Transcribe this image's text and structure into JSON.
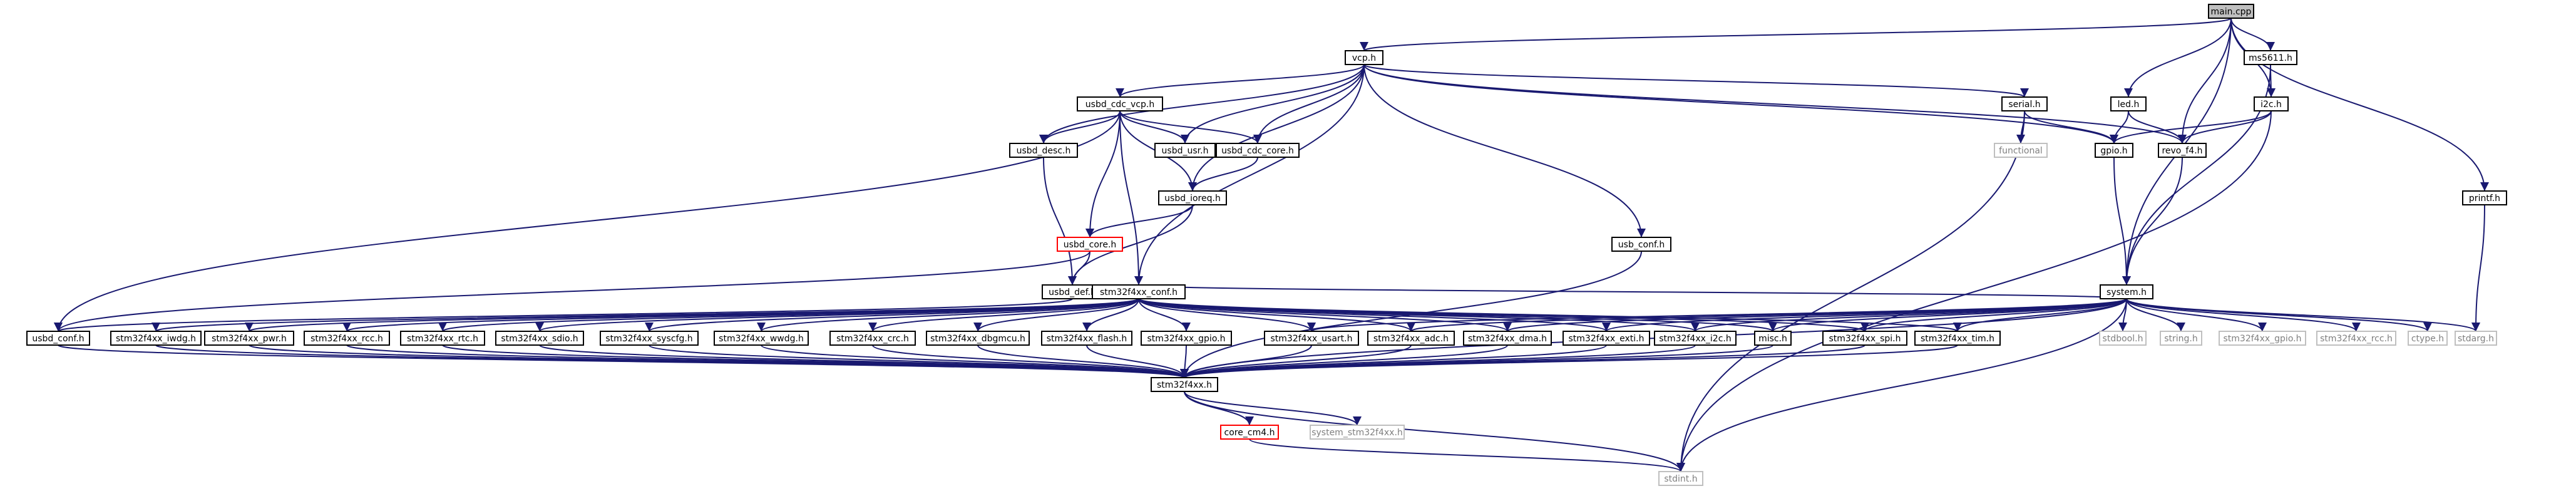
{
  "title": "",
  "colors": {
    "edge": "#191970",
    "node_border": "#000000",
    "node_fill": "#ffffff",
    "root_fill": "#bfbfbf",
    "missing_border": "#bfbfbf",
    "missing_text": "#808080",
    "error_border": "#ff0000"
  },
  "nodes": [
    {
      "id": "main_cpp",
      "label": "main.cpp",
      "style": "root"
    },
    {
      "id": "vcp_h",
      "label": "vcp.h",
      "style": "normal"
    },
    {
      "id": "ms5611_h",
      "label": "ms5611.h",
      "style": "normal"
    },
    {
      "id": "usbd_cdc_vcp_h",
      "label": "usbd_cdc_vcp.h",
      "style": "normal"
    },
    {
      "id": "serial_h",
      "label": "serial.h",
      "style": "normal"
    },
    {
      "id": "led_h",
      "label": "led.h",
      "style": "normal"
    },
    {
      "id": "i2c_h",
      "label": "i2c.h",
      "style": "normal"
    },
    {
      "id": "usbd_desc_h",
      "label": "usbd_desc.h",
      "style": "normal"
    },
    {
      "id": "usbd_usr_h",
      "label": "usbd_usr.h",
      "style": "normal"
    },
    {
      "id": "usbd_cdc_core_h",
      "label": "usbd_cdc_core.h",
      "style": "normal"
    },
    {
      "id": "functional",
      "label": "functional",
      "style": "missing"
    },
    {
      "id": "gpio_h",
      "label": "gpio.h",
      "style": "normal"
    },
    {
      "id": "revo_f4_h",
      "label": "revo_f4.h",
      "style": "normal"
    },
    {
      "id": "usbd_ioreq_h",
      "label": "usbd_ioreq.h",
      "style": "normal"
    },
    {
      "id": "printf_h",
      "label": "printf.h",
      "style": "normal"
    },
    {
      "id": "usbd_core_h",
      "label": "usbd_core.h",
      "style": "error"
    },
    {
      "id": "usb_conf_h",
      "label": "usb_conf.h",
      "style": "normal"
    },
    {
      "id": "usbd_def_h",
      "label": "usbd_def.h",
      "style": "normal"
    },
    {
      "id": "stm32f4xx_conf_h",
      "label": "stm32f4xx_conf.h",
      "style": "normal"
    },
    {
      "id": "system_h",
      "label": "system.h",
      "style": "normal"
    },
    {
      "id": "usbd_conf_h",
      "label": "usbd_conf.h",
      "style": "normal"
    },
    {
      "id": "stm32f4xx_iwdg_h",
      "label": "stm32f4xx_iwdg.h",
      "style": "normal"
    },
    {
      "id": "stm32f4xx_pwr_h",
      "label": "stm32f4xx_pwr.h",
      "style": "normal"
    },
    {
      "id": "stm32f4xx_rcc_h",
      "label": "stm32f4xx_rcc.h",
      "style": "normal"
    },
    {
      "id": "stm32f4xx_rtc_h",
      "label": "stm32f4xx_rtc.h",
      "style": "normal"
    },
    {
      "id": "stm32f4xx_sdio_h",
      "label": "stm32f4xx_sdio.h",
      "style": "normal"
    },
    {
      "id": "stm32f4xx_syscfg_h",
      "label": "stm32f4xx_syscfg.h",
      "style": "normal"
    },
    {
      "id": "stm32f4xx_wwdg_h",
      "label": "stm32f4xx_wwdg.h",
      "style": "normal"
    },
    {
      "id": "stm32f4xx_crc_h",
      "label": "stm32f4xx_crc.h",
      "style": "normal"
    },
    {
      "id": "stm32f4xx_dbgmcu_h",
      "label": "stm32f4xx_dbgmcu.h",
      "style": "normal"
    },
    {
      "id": "stm32f4xx_flash_h",
      "label": "stm32f4xx_flash.h",
      "style": "normal"
    },
    {
      "id": "stm32f4xx_gpio_h",
      "label": "stm32f4xx_gpio.h",
      "style": "normal"
    },
    {
      "id": "stm32f4xx_usart_h",
      "label": "stm32f4xx_usart.h",
      "style": "normal"
    },
    {
      "id": "stm32f4xx_adc_h",
      "label": "stm32f4xx_adc.h",
      "style": "normal"
    },
    {
      "id": "stm32f4xx_dma_h",
      "label": "stm32f4xx_dma.h",
      "style": "normal"
    },
    {
      "id": "stm32f4xx_exti_h",
      "label": "stm32f4xx_exti.h",
      "style": "normal"
    },
    {
      "id": "stm32f4xx_i2c_h",
      "label": "stm32f4xx_i2c.h",
      "style": "normal"
    },
    {
      "id": "misc_h",
      "label": "misc.h",
      "style": "normal"
    },
    {
      "id": "stm32f4xx_spi_h",
      "label": "stm32f4xx_spi.h",
      "style": "normal"
    },
    {
      "id": "stm32f4xx_tim_h",
      "label": "stm32f4xx_tim.h",
      "style": "normal"
    },
    {
      "id": "stdbool_h",
      "label": "stdbool.h",
      "style": "missing"
    },
    {
      "id": "string_h",
      "label": "string.h",
      "style": "missing"
    },
    {
      "id": "stm32f4xx_gpio_h_sys",
      "label": "stm32f4xx_gpio.h",
      "style": "missing"
    },
    {
      "id": "stm32f4xx_rcc_h_sys",
      "label": "stm32f4xx_rcc.h",
      "style": "missing"
    },
    {
      "id": "ctype_h",
      "label": "ctype.h",
      "style": "missing"
    },
    {
      "id": "stdarg_h",
      "label": "stdarg.h",
      "style": "missing"
    },
    {
      "id": "stm32f4xx_h",
      "label": "stm32f4xx.h",
      "style": "normal"
    },
    {
      "id": "core_cm4_h",
      "label": "core_cm4.h",
      "style": "error"
    },
    {
      "id": "system_stm32f4xx_h",
      "label": "system_stm32f4xx.h",
      "style": "missing"
    },
    {
      "id": "stdint_h",
      "label": "stdint.h",
      "style": "missing"
    }
  ],
  "edges": [
    [
      "main_cpp",
      "vcp_h"
    ],
    [
      "main_cpp",
      "ms5611_h"
    ],
    [
      "main_cpp",
      "led_h"
    ],
    [
      "main_cpp",
      "i2c_h"
    ],
    [
      "main_cpp",
      "revo_f4_h"
    ],
    [
      "main_cpp",
      "system_h"
    ],
    [
      "main_cpp",
      "printf_h"
    ],
    [
      "vcp_h",
      "usbd_cdc_vcp_h"
    ],
    [
      "vcp_h",
      "usbd_desc_h"
    ],
    [
      "vcp_h",
      "usbd_usr_h"
    ],
    [
      "vcp_h",
      "usbd_cdc_core_h"
    ],
    [
      "vcp_h",
      "usbd_ioreq_h"
    ],
    [
      "vcp_h",
      "serial_h"
    ],
    [
      "vcp_h",
      "gpio_h"
    ],
    [
      "vcp_h",
      "revo_f4_h"
    ],
    [
      "vcp_h",
      "usb_conf_h"
    ],
    [
      "vcp_h",
      "stm32f4xx_conf_h"
    ],
    [
      "ms5611_h",
      "i2c_h"
    ],
    [
      "ms5611_h",
      "system_h"
    ],
    [
      "usbd_cdc_vcp_h",
      "usbd_desc_h"
    ],
    [
      "usbd_cdc_vcp_h",
      "usbd_usr_h"
    ],
    [
      "usbd_cdc_vcp_h",
      "usbd_cdc_core_h"
    ],
    [
      "usbd_cdc_vcp_h",
      "usbd_core_h"
    ],
    [
      "usbd_cdc_vcp_h",
      "usbd_ioreq_h"
    ],
    [
      "usbd_cdc_vcp_h",
      "stm32f4xx_conf_h"
    ],
    [
      "usbd_cdc_vcp_h",
      "usbd_conf_h"
    ],
    [
      "serial_h",
      "functional"
    ],
    [
      "serial_h",
      "gpio_h"
    ],
    [
      "serial_h",
      "stdint_h"
    ],
    [
      "led_h",
      "gpio_h"
    ],
    [
      "led_h",
      "revo_f4_h"
    ],
    [
      "i2c_h",
      "gpio_h"
    ],
    [
      "i2c_h",
      "revo_f4_h"
    ],
    [
      "i2c_h",
      "stdint_h"
    ],
    [
      "usbd_desc_h",
      "usbd_def_h"
    ],
    [
      "usbd_cdc_core_h",
      "usbd_ioreq_h"
    ],
    [
      "usbd_ioreq_h",
      "usbd_core_h"
    ],
    [
      "usbd_ioreq_h",
      "usbd_def_h"
    ],
    [
      "usbd_core_h",
      "usbd_def_h"
    ],
    [
      "usbd_core_h",
      "usbd_conf_h"
    ],
    [
      "usbd_def_h",
      "usbd_conf_h"
    ],
    [
      "gpio_h",
      "system_h"
    ],
    [
      "revo_f4_h",
      "system_h"
    ],
    [
      "printf_h",
      "stdarg_h"
    ],
    [
      "usb_conf_h",
      "stm32f4xx_h"
    ],
    [
      "stm32f4xx_conf_h",
      "stm32f4xx_iwdg_h"
    ],
    [
      "stm32f4xx_conf_h",
      "stm32f4xx_pwr_h"
    ],
    [
      "stm32f4xx_conf_h",
      "stm32f4xx_rcc_h"
    ],
    [
      "stm32f4xx_conf_h",
      "stm32f4xx_rtc_h"
    ],
    [
      "stm32f4xx_conf_h",
      "stm32f4xx_sdio_h"
    ],
    [
      "stm32f4xx_conf_h",
      "stm32f4xx_syscfg_h"
    ],
    [
      "stm32f4xx_conf_h",
      "stm32f4xx_wwdg_h"
    ],
    [
      "stm32f4xx_conf_h",
      "stm32f4xx_crc_h"
    ],
    [
      "stm32f4xx_conf_h",
      "stm32f4xx_dbgmcu_h"
    ],
    [
      "stm32f4xx_conf_h",
      "stm32f4xx_flash_h"
    ],
    [
      "stm32f4xx_conf_h",
      "stm32f4xx_gpio_h"
    ],
    [
      "stm32f4xx_conf_h",
      "stm32f4xx_usart_h"
    ],
    [
      "stm32f4xx_conf_h",
      "stm32f4xx_adc_h"
    ],
    [
      "stm32f4xx_conf_h",
      "stm32f4xx_dma_h"
    ],
    [
      "stm32f4xx_conf_h",
      "stm32f4xx_exti_h"
    ],
    [
      "stm32f4xx_conf_h",
      "stm32f4xx_i2c_h"
    ],
    [
      "stm32f4xx_conf_h",
      "misc_h"
    ],
    [
      "stm32f4xx_conf_h",
      "stm32f4xx_spi_h"
    ],
    [
      "stm32f4xx_conf_h",
      "stm32f4xx_tim_h"
    ],
    [
      "system_h",
      "stm32f4xx_conf_h"
    ],
    [
      "system_h",
      "stm32f4xx_usart_h"
    ],
    [
      "system_h",
      "stm32f4xx_adc_h"
    ],
    [
      "system_h",
      "stm32f4xx_dma_h"
    ],
    [
      "system_h",
      "stm32f4xx_exti_h"
    ],
    [
      "system_h",
      "stm32f4xx_i2c_h"
    ],
    [
      "system_h",
      "misc_h"
    ],
    [
      "system_h",
      "stm32f4xx_spi_h"
    ],
    [
      "system_h",
      "stm32f4xx_tim_h"
    ],
    [
      "system_h",
      "stdbool_h"
    ],
    [
      "system_h",
      "string_h"
    ],
    [
      "system_h",
      "stm32f4xx_gpio_h_sys"
    ],
    [
      "system_h",
      "stm32f4xx_rcc_h_sys"
    ],
    [
      "system_h",
      "ctype_h"
    ],
    [
      "system_h",
      "stdarg_h"
    ],
    [
      "system_h",
      "stm32f4xx_h"
    ],
    [
      "system_h",
      "stdint_h"
    ],
    [
      "usbd_conf_h",
      "stm32f4xx_h"
    ],
    [
      "stm32f4xx_iwdg_h",
      "stm32f4xx_h"
    ],
    [
      "stm32f4xx_pwr_h",
      "stm32f4xx_h"
    ],
    [
      "stm32f4xx_rcc_h",
      "stm32f4xx_h"
    ],
    [
      "stm32f4xx_rtc_h",
      "stm32f4xx_h"
    ],
    [
      "stm32f4xx_sdio_h",
      "stm32f4xx_h"
    ],
    [
      "stm32f4xx_syscfg_h",
      "stm32f4xx_h"
    ],
    [
      "stm32f4xx_wwdg_h",
      "stm32f4xx_h"
    ],
    [
      "stm32f4xx_crc_h",
      "stm32f4xx_h"
    ],
    [
      "stm32f4xx_dbgmcu_h",
      "stm32f4xx_h"
    ],
    [
      "stm32f4xx_flash_h",
      "stm32f4xx_h"
    ],
    [
      "stm32f4xx_gpio_h",
      "stm32f4xx_h"
    ],
    [
      "stm32f4xx_usart_h",
      "stm32f4xx_h"
    ],
    [
      "stm32f4xx_adc_h",
      "stm32f4xx_h"
    ],
    [
      "stm32f4xx_dma_h",
      "stm32f4xx_h"
    ],
    [
      "stm32f4xx_exti_h",
      "stm32f4xx_h"
    ],
    [
      "stm32f4xx_i2c_h",
      "stm32f4xx_h"
    ],
    [
      "misc_h",
      "stm32f4xx_h"
    ],
    [
      "stm32f4xx_spi_h",
      "stm32f4xx_h"
    ],
    [
      "stm32f4xx_tim_h",
      "stm32f4xx_h"
    ],
    [
      "stm32f4xx_h",
      "core_cm4_h"
    ],
    [
      "stm32f4xx_h",
      "system_stm32f4xx_h"
    ],
    [
      "stm32f4xx_h",
      "stdint_h"
    ],
    [
      "core_cm4_h",
      "stdint_h"
    ]
  ]
}
